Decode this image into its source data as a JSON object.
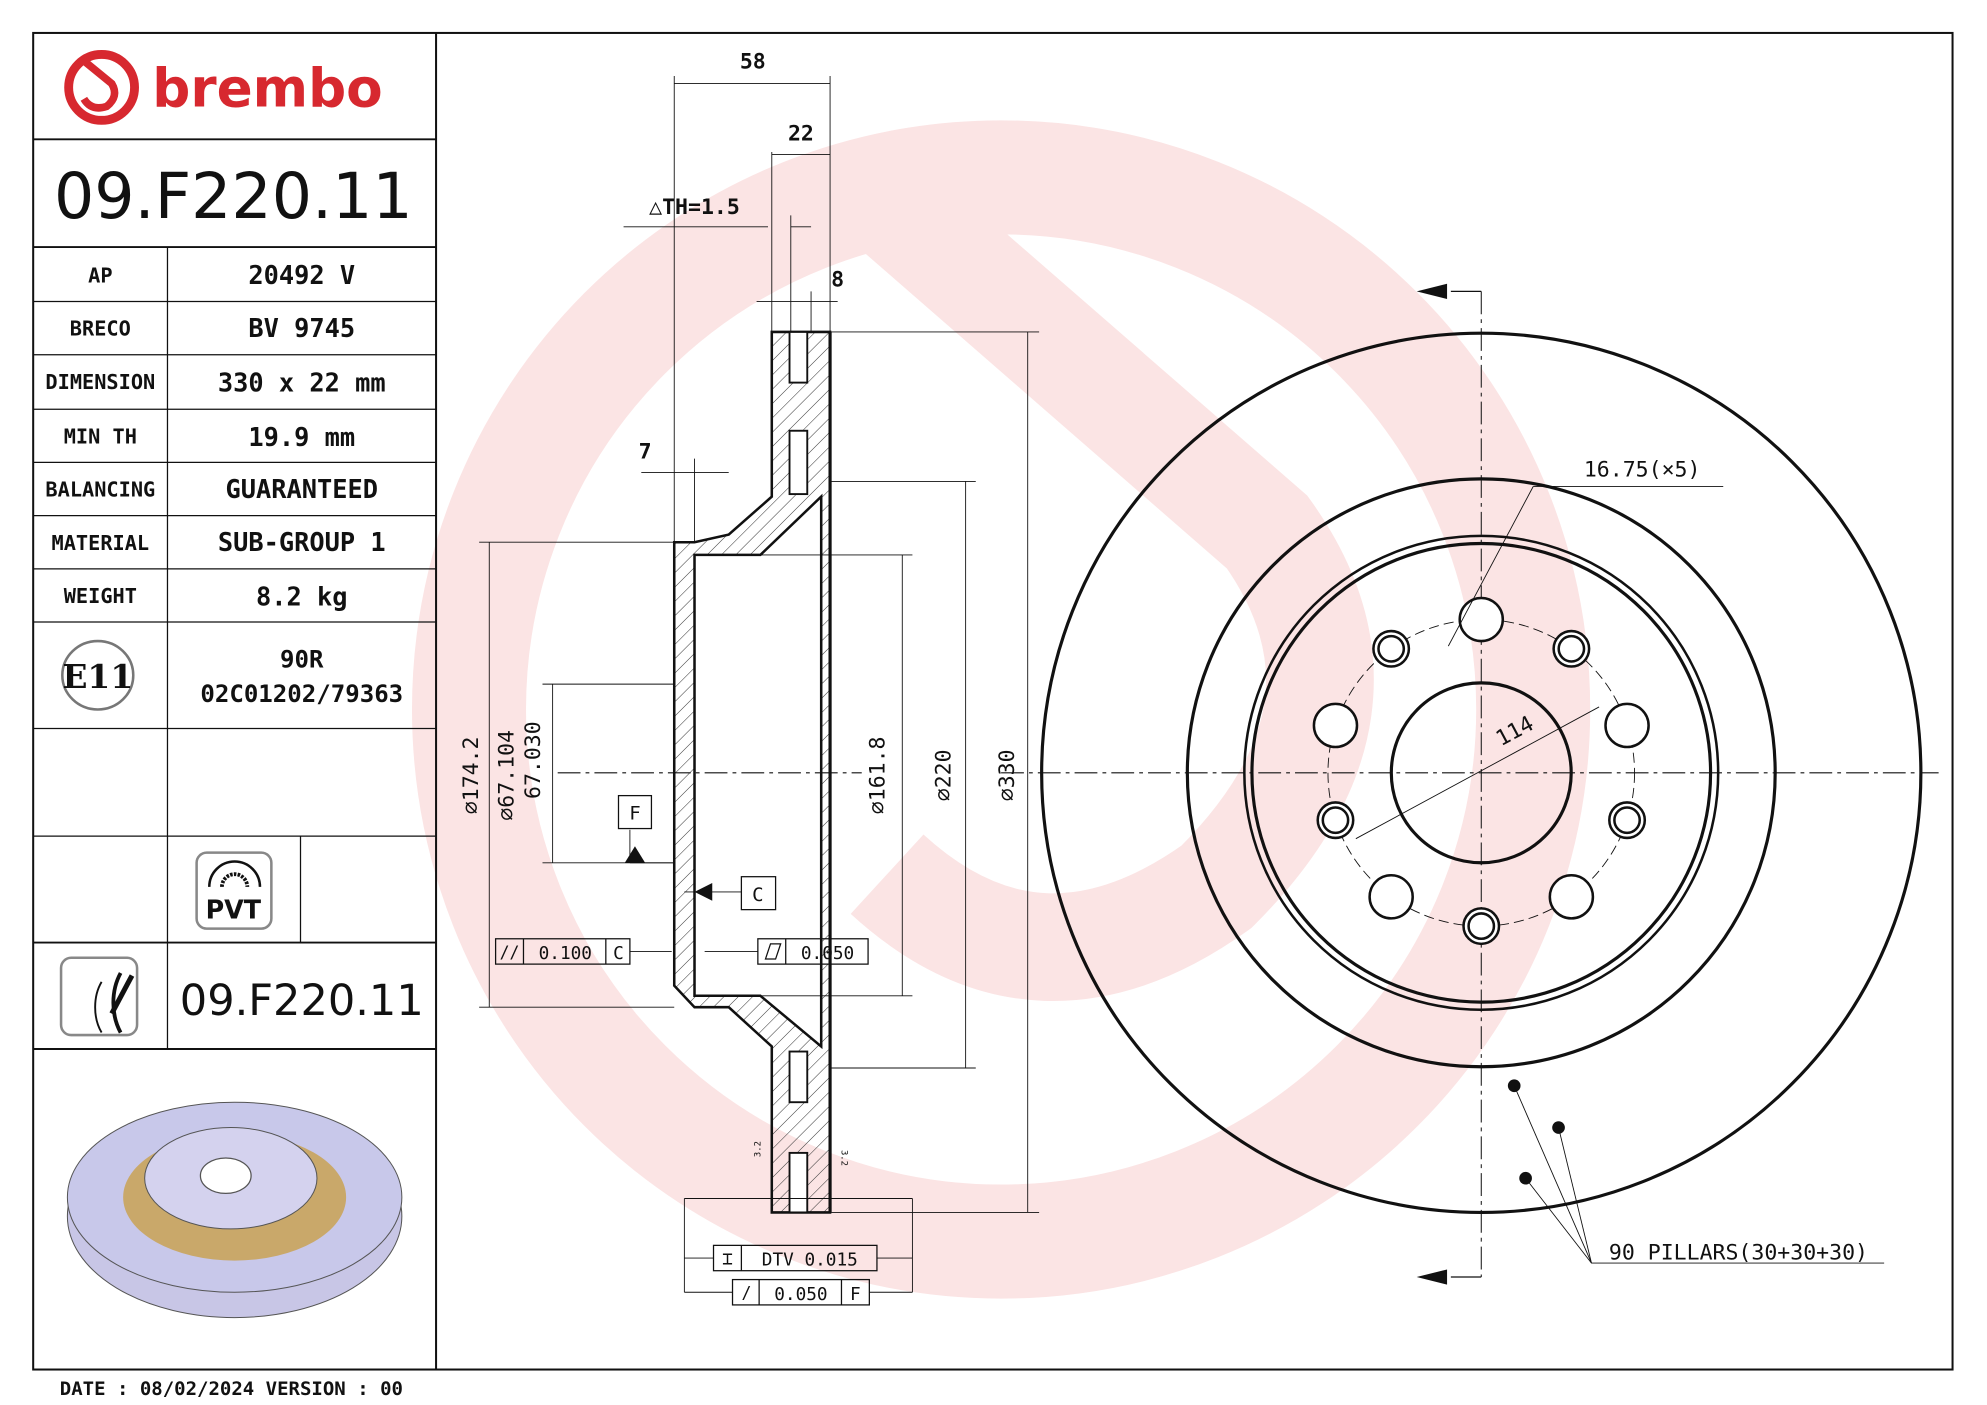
{
  "brand": {
    "name": "brembo",
    "color": "#d7282f",
    "watermark_color": "#fbe4e4"
  },
  "part_number": "09.F220.11",
  "specs": [
    {
      "label": "AP",
      "value": "20492 V"
    },
    {
      "label": "BRECO",
      "value": "BV 9745"
    },
    {
      "label": "DIMENSION",
      "value": "330 x 22 mm"
    },
    {
      "label": "MIN TH",
      "value": "19.9 mm"
    },
    {
      "label": "BALANCING",
      "value": "GUARANTEED"
    },
    {
      "label": "MATERIAL",
      "value": "SUB-GROUP 1"
    },
    {
      "label": "WEIGHT",
      "value": "8.2 kg"
    }
  ],
  "homologation": {
    "mark": "E11",
    "line1": "90R",
    "line2": "02C01202/79363"
  },
  "pvt_badge": "PVT",
  "footer": "DATE : 08/02/2024 VERSION : 00",
  "section": {
    "dim_58": "58",
    "dim_22": "22",
    "delta_th": "△TH=1.5",
    "dim_8": "8",
    "dim_7": "7",
    "d174": "⌀174.2",
    "d67a": "⌀67.104",
    "d67b": "67.030",
    "d161": "⌀161.8",
    "d220": "⌀220",
    "d330": "⌀330",
    "datum_f": "F",
    "datum_c": "C",
    "parallel_val": "0.100",
    "parallel_ref": "C",
    "flatness_val": "0.050",
    "dtv": "DTV 0.015",
    "runout_val": "0.050",
    "runout_ref": "F",
    "rough1": "3.2",
    "rough2": "3.2"
  },
  "front": {
    "hole_dim": "16.75(×5)",
    "pcd": "114",
    "pillars": "90 PILLARS(30+30+30)"
  }
}
